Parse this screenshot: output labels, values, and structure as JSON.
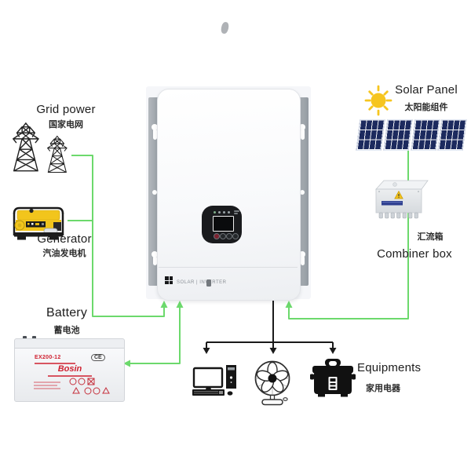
{
  "sections": {
    "grid_power": {
      "title": "Grid power",
      "subtitle_zh": "国家电网"
    },
    "generator": {
      "title": "Generator",
      "subtitle_zh": "汽油发电机"
    },
    "battery": {
      "title": "Battery",
      "subtitle_zh": "蓄电池",
      "model": "EX200-12",
      "brand": "Bosin",
      "ce_mark": "CE"
    },
    "solar_panel": {
      "title": "Solar Panel",
      "subtitle_zh": "太阳能组件"
    },
    "combiner_box": {
      "title": "Combiner box",
      "subtitle_zh": "汇流箱"
    },
    "equipments": {
      "title": "Equipments",
      "subtitle_zh": "家用电器"
    },
    "inverter": {
      "brand_label": "SOLAR | INVERTER"
    }
  },
  "colors": {
    "wire_input_green": "#6cd96c",
    "wire_output_black": "#1a1a1a",
    "solar_panel_blue": "#1c2a5e",
    "sun_yellow": "#f6c51f",
    "generator_yellow": "#f2c51c",
    "battery_text_red": "#cf1f2f",
    "combiner_stripe_blue": "#2e3f8f"
  }
}
